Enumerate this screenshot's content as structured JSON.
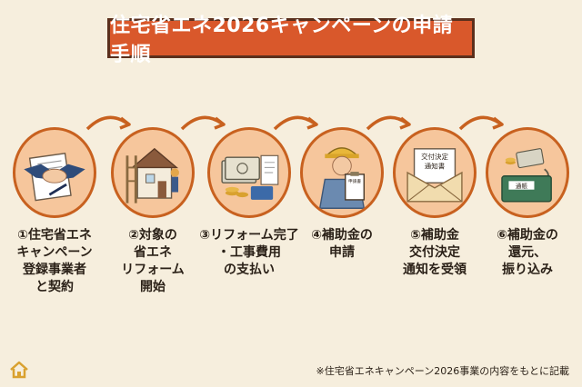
{
  "title": "住宅省エネ2026キャンペーンの申請手順",
  "steps": [
    {
      "lines": [
        "①住宅省エネ",
        "キャンペーン",
        "登録事業者",
        "と契約"
      ],
      "icon": "handshake-contract-icon"
    },
    {
      "lines": [
        "②対象の",
        "省エネ",
        "リフォーム",
        "開始"
      ],
      "icon": "house-renovation-icon"
    },
    {
      "lines": [
        "③リフォーム完了",
        "・工事費用",
        "の支払い"
      ],
      "icon": "cash-payment-icon"
    },
    {
      "lines": [
        "④補助金の",
        "申請"
      ],
      "icon": "worker-application-icon"
    },
    {
      "lines": [
        "⑤補助金",
        "交付決定",
        "通知を受領"
      ],
      "icon": "notice-envelope-icon"
    },
    {
      "lines": [
        "⑥補助金の",
        "還元、",
        "振り込み"
      ],
      "icon": "bankbook-icon"
    }
  ],
  "icon_text": {
    "application_form": "申請書",
    "notice_line1": "交付決定",
    "notice_line2": "通知書",
    "bankbook": "通帳"
  },
  "footnote": "※住宅省エネキャンペーン2026事業の内容をもとに記載",
  "colors": {
    "title_bg": "#d9582b",
    "circle_fill": "#f6c69c",
    "circle_border": "#c8611f",
    "arrow": "#c8611f",
    "background": "#f6eedd"
  }
}
